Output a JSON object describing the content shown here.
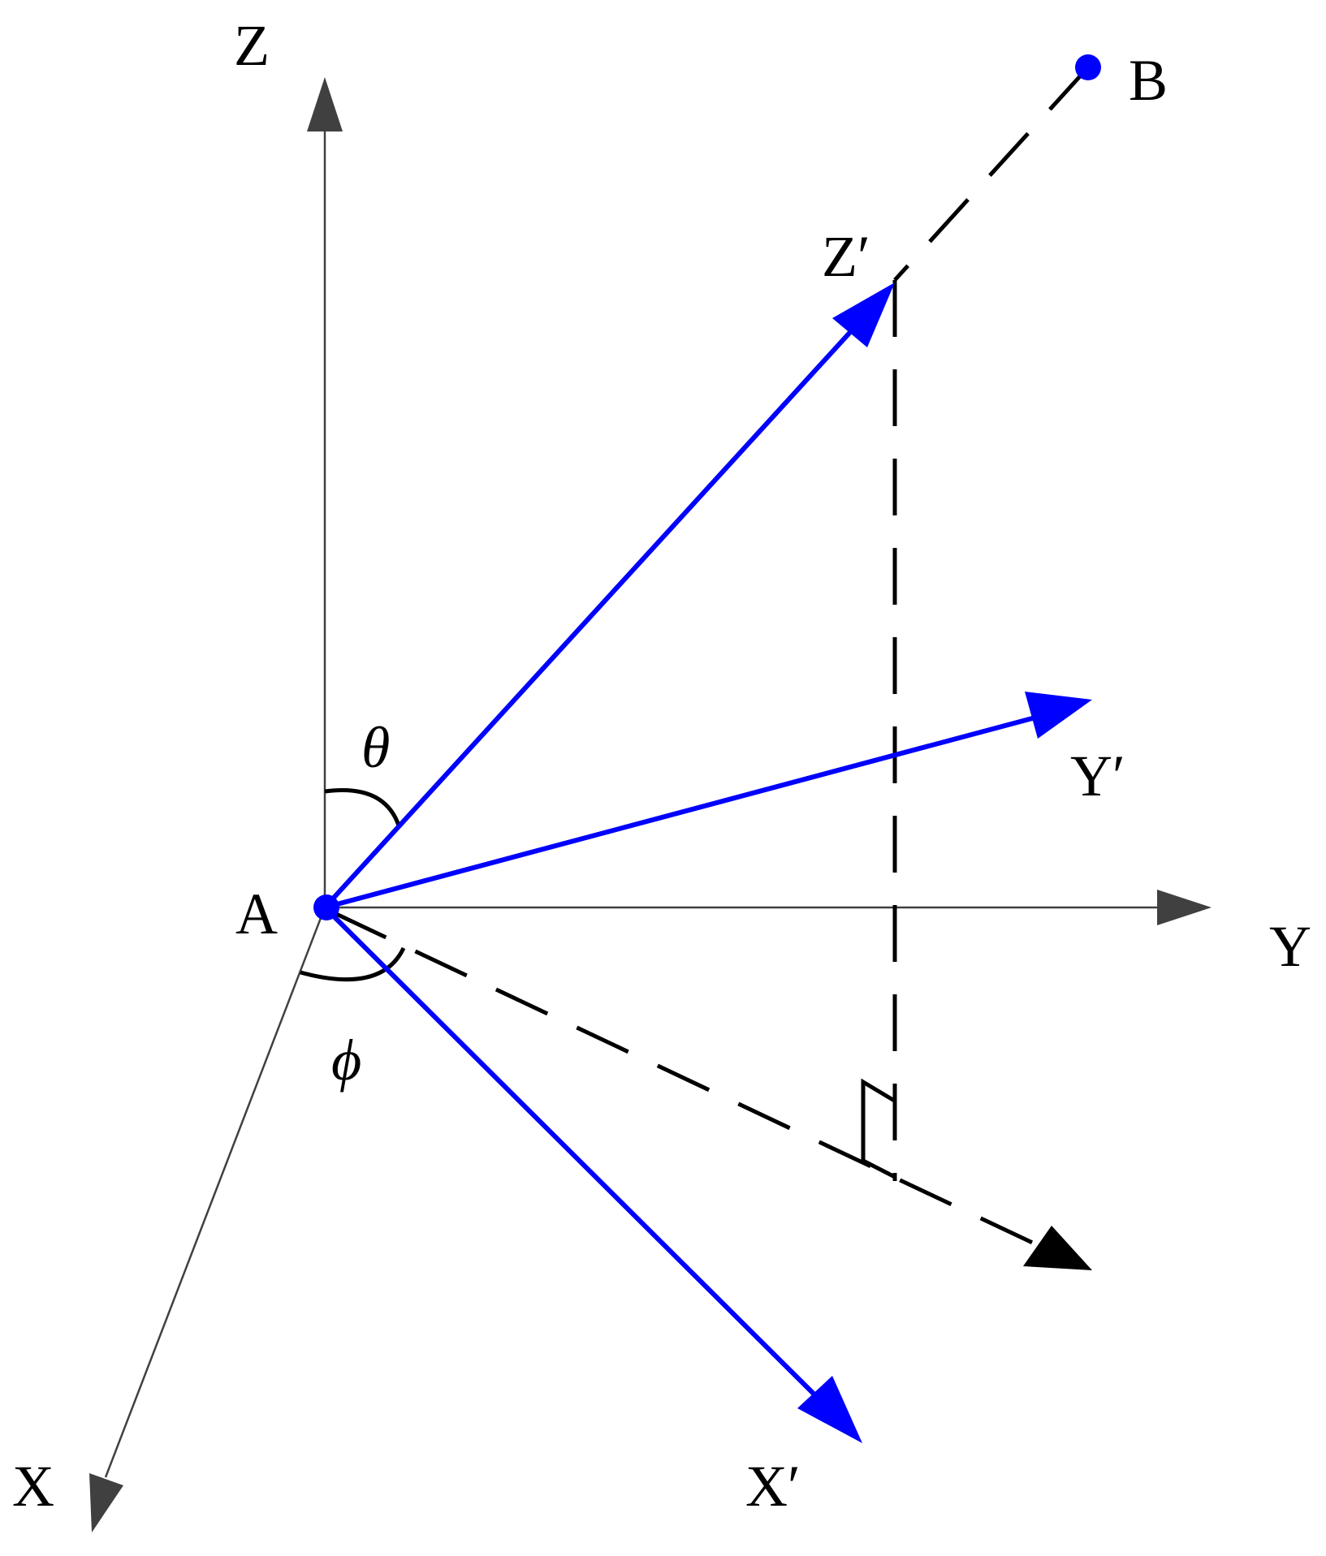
{
  "colors": {
    "axis": "#404040",
    "vector": "#0000ff",
    "dashed": "#000000",
    "arc": "#000000",
    "point": "#0000ff",
    "text": "#000000"
  },
  "labels": {
    "z_axis": "Z",
    "y_axis": "Y",
    "x_axis": "X",
    "point_a": "A",
    "point_b": "B",
    "z_prime": "Z′",
    "y_prime": "Y′",
    "x_prime": "X′",
    "theta": "θ",
    "phi": "ϕ"
  }
}
